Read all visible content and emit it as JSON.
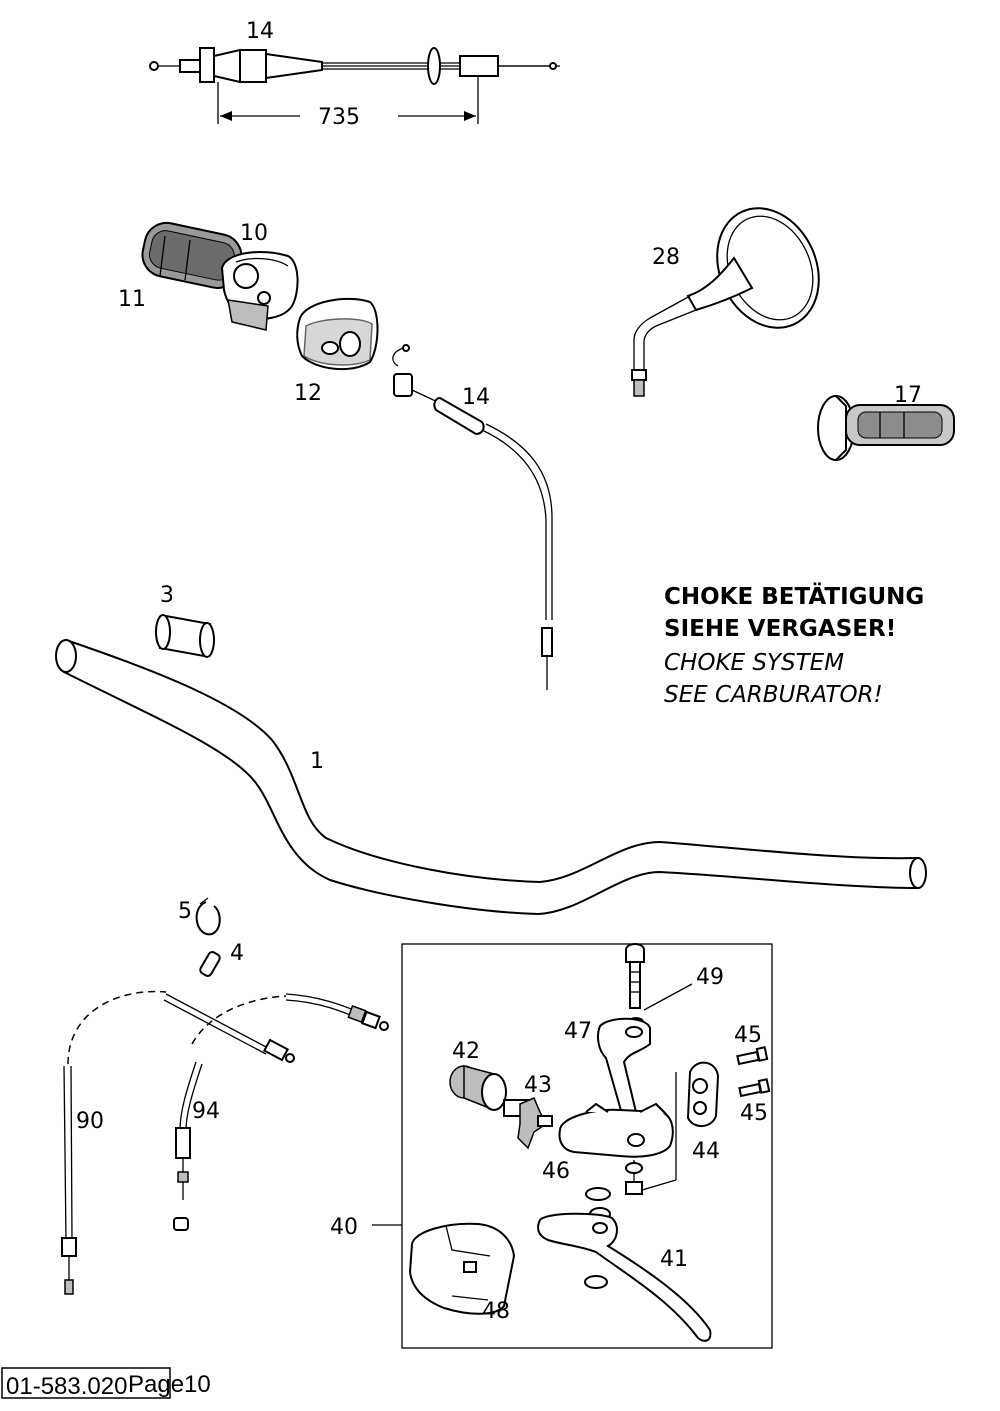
{
  "callouts": {
    "c14_top": "14",
    "dim_735": "735",
    "c10": "10",
    "c11": "11",
    "c12": "12",
    "c14_choke": "14",
    "c28": "28",
    "c17": "17",
    "c3": "3",
    "c1": "1",
    "c5": "5",
    "c4": "4",
    "c90": "90",
    "c94": "94",
    "c40": "40",
    "c41": "41",
    "c42": "42",
    "c43": "43",
    "c44": "44",
    "c45a": "45",
    "c45b": "45",
    "c46": "46",
    "c47": "47",
    "c48": "48",
    "c49": "49"
  },
  "note": {
    "de_line1": "CHOKE BETÄTIGUNG",
    "de_line2": "SIEHE VERGASER!",
    "en_line1": "CHOKE SYSTEM",
    "en_line2": "SEE CARBURATOR!"
  },
  "footer": {
    "drawing_number": "01-583.020",
    "page": "Page10"
  }
}
